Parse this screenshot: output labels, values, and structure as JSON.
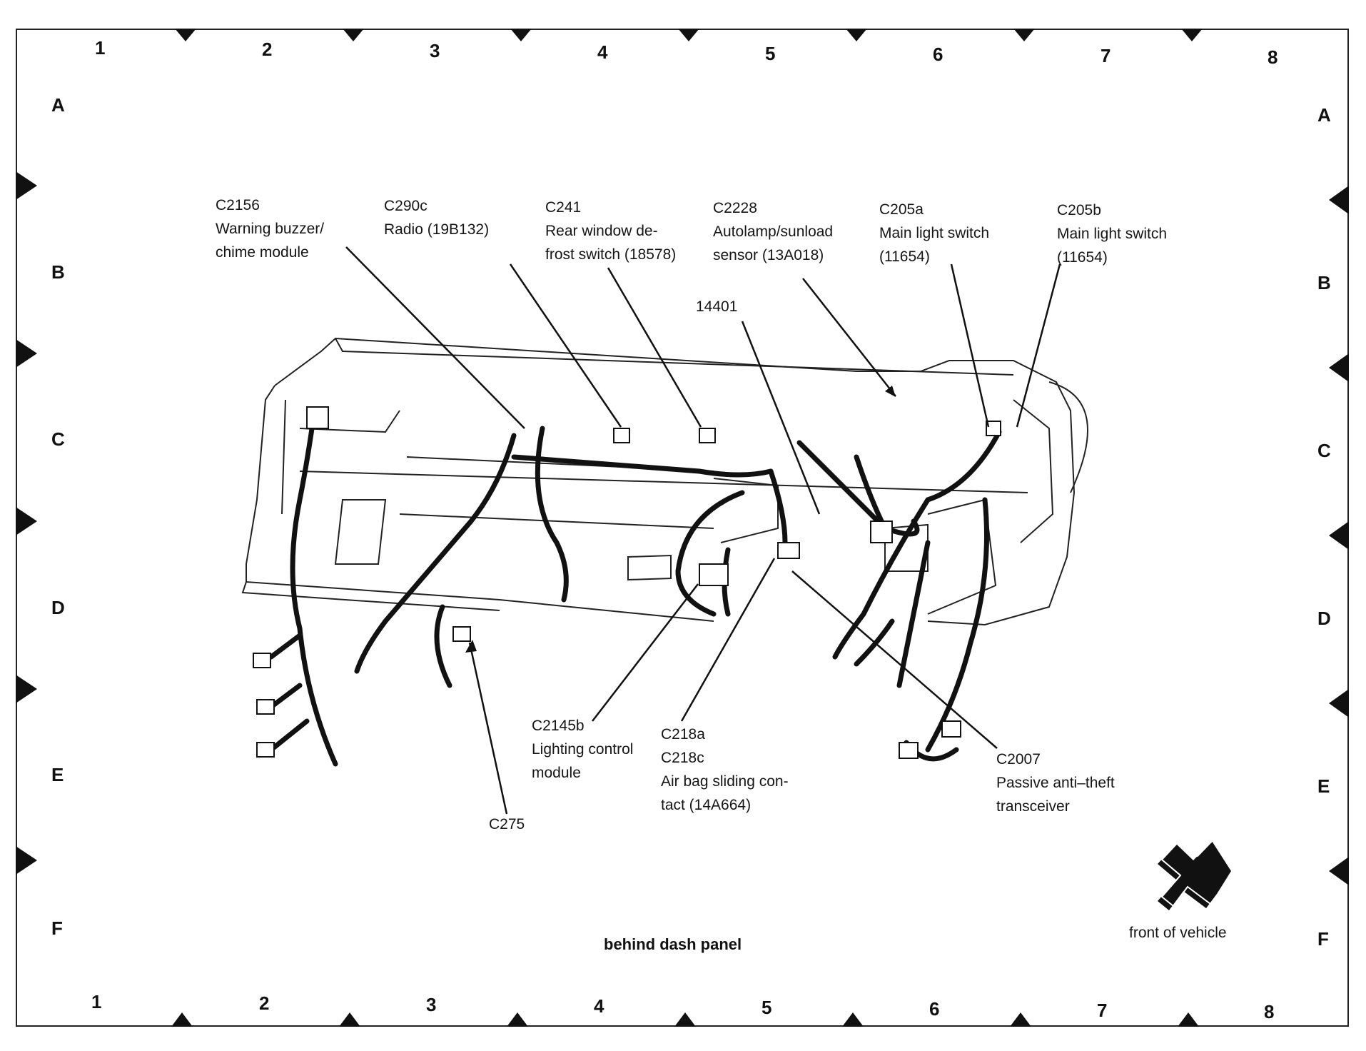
{
  "grid": {
    "columns": [
      "1",
      "2",
      "3",
      "4",
      "5",
      "6",
      "7",
      "8"
    ],
    "rows": [
      "A",
      "B",
      "C",
      "D",
      "E",
      "F"
    ]
  },
  "callouts": {
    "c2156": {
      "code": "C2156",
      "line1": "Warning buzzer/",
      "line2": "chime module"
    },
    "c290c": {
      "code": "C290c",
      "line1": "Radio (19B132)"
    },
    "c241": {
      "code": "C241",
      "line1": "Rear window de-",
      "line2": "frost switch (18578)"
    },
    "c2228": {
      "code": "C2228",
      "line1": "Autolamp/sunload",
      "line2": "sensor (13A018)"
    },
    "c205a": {
      "code": "C205a",
      "line1": "Main light switch",
      "line2": "(11654)"
    },
    "c205b": {
      "code": "C205b",
      "line1": "Main light switch",
      "line2": "(11654)"
    },
    "n14401": {
      "code": "14401"
    },
    "c2145b": {
      "code": "C2145b",
      "line1": "Lighting control",
      "line2": "module"
    },
    "c218": {
      "code": "C218a",
      "code2": "C218c",
      "line1": "Air bag sliding con-",
      "line2": "tact (14A664)"
    },
    "c2007": {
      "code": "C2007",
      "line1": "Passive anti–theft",
      "line2": "transceiver"
    },
    "c275": {
      "code": "C275"
    }
  },
  "caption": "behind dash panel",
  "front_label": "front of vehicle"
}
